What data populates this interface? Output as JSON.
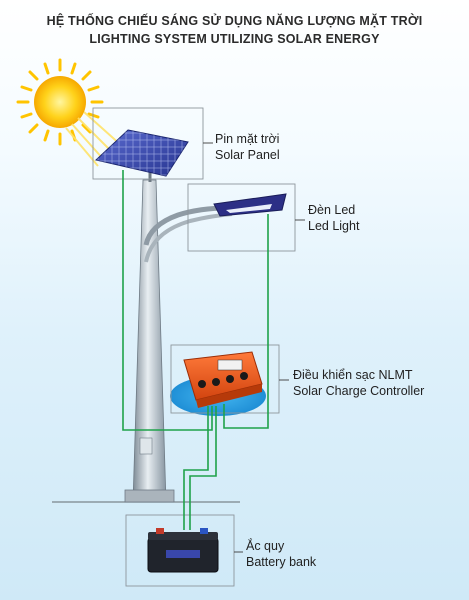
{
  "title": {
    "line1": "HỆ THỐNG CHIẾU SÁNG SỬ DỤNG NĂNG LƯỢNG MẶT TRỜI",
    "line2": "LIGHTING SYSTEM UTILIZING SOLAR ENERGY"
  },
  "components": [
    {
      "id": "solar-panel",
      "vi": "Pin mặt trời",
      "en": "Solar Panel"
    },
    {
      "id": "led-light",
      "vi": "Đèn Led",
      "en": "Led Light"
    },
    {
      "id": "charge-controller",
      "vi": "Điều khiển sạc NLMT",
      "en": "Solar Charge Controller"
    },
    {
      "id": "battery-bank",
      "vi": "Ắc quy",
      "en": "Battery bank"
    }
  ],
  "colors": {
    "wire": "#1fa24a",
    "sun": "#ffd21a",
    "panel": "#3b4bb0",
    "led_head": "#2c2f86",
    "controller": "#ea5a1c",
    "battery": "#20242c",
    "pole": "#9aa6b0"
  }
}
